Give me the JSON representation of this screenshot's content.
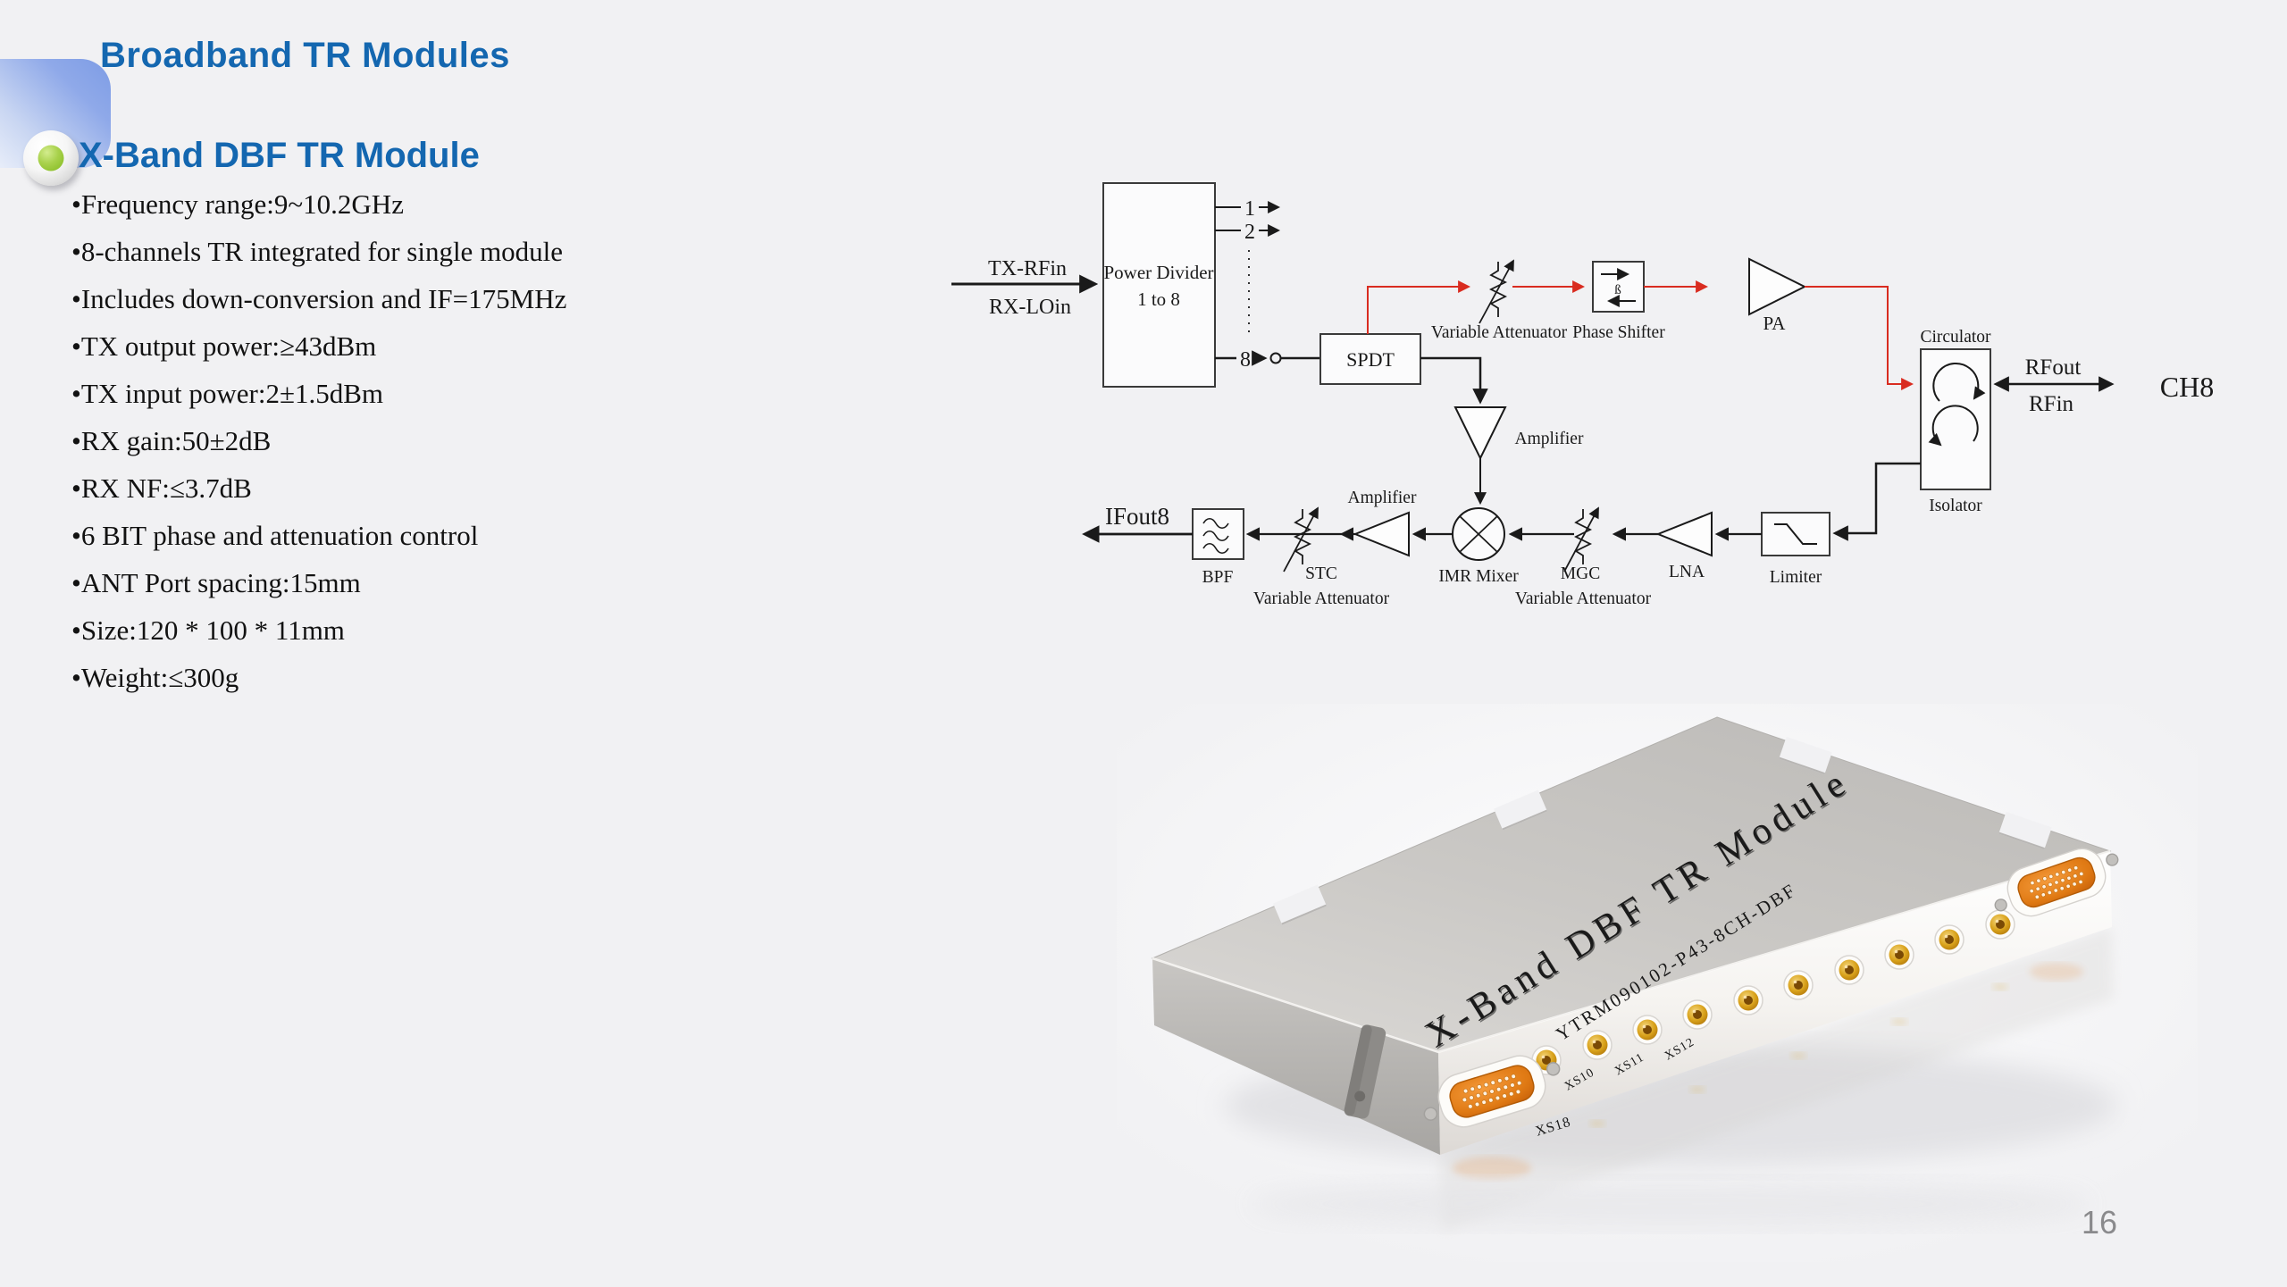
{
  "slide": {
    "title": "Broadband TR Modules",
    "title_color": "#1467b0",
    "background": "#f1f1f3",
    "page_number": "16"
  },
  "section": {
    "heading": "X-Band DBF TR Module",
    "bullet_icon": "green-sphere-icon",
    "bullets": [
      "•Frequency range:9~10.2GHz",
      "•8-channels TR integrated for single module",
      "•Includes down-conversion and IF=175MHz",
      "•TX output power:≥43dBm",
      "•TX input power:2±1.5dBm",
      "•RX gain:50±2dB",
      "•RX NF:≤3.7dB",
      "•6 BIT phase and attenuation control",
      "•ANT Port spacing:15mm",
      "•Size:120 * 100 * 11mm",
      "•Weight:≤300g"
    ]
  },
  "diagram": {
    "colors": {
      "line": "#1a1a1a",
      "tx_path": "#d92c20"
    },
    "labels": {
      "tx_rfin": "TX-RFin",
      "rx_loin": "RX-LOin",
      "power_divider_1": "Power Divider",
      "power_divider_2": "1 to 8",
      "out1": "1",
      "out2": "2",
      "out8": "8",
      "spdt": "SPDT",
      "tx_attenuator": "Variable Attenuator",
      "phase_shifter": "Phase Shifter",
      "phase_symbol": "ß",
      "pa": "PA",
      "circulator": "Circulator",
      "isolator": "Isolator",
      "rfout": "RFout",
      "rfin": "RFin",
      "ch8": "CH8",
      "if_amplifier": "Amplifier",
      "rx_amplifier": "Amplifier",
      "imr_mixer": "IMR Mixer",
      "mgc": "MGC",
      "mgc_attenuator": "Variable Attenuator",
      "lna": "LNA",
      "limiter": "Limiter",
      "stc": "STC",
      "stc_attenuator": "Variable Attenuator",
      "bpf": "BPF",
      "ifout8": "IFout8"
    }
  },
  "photo": {
    "engraving_line1": "X-Band DBF TR Module",
    "engraving_line2": "YTRM090102-P43-8CH-DBF",
    "dsub_label": "XS18",
    "smp_labels": [
      "XS10",
      "XS11",
      "XS12"
    ]
  }
}
